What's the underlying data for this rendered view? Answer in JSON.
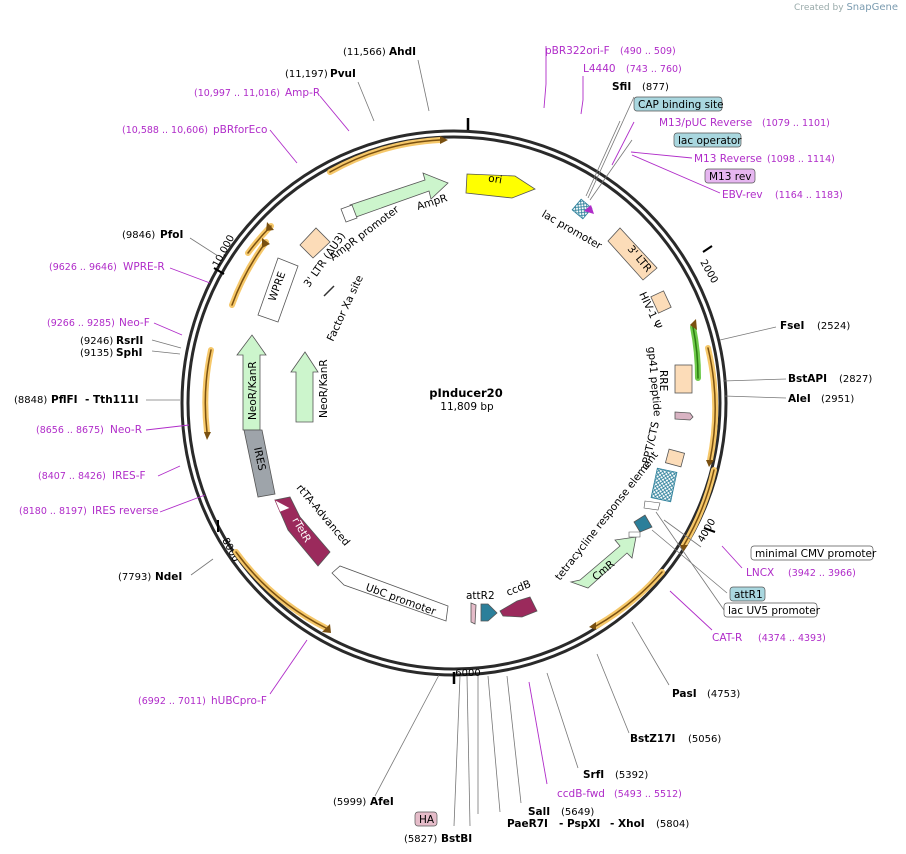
{
  "credit": {
    "prefix": "Created by",
    "brand": "SnapGene"
  },
  "plasmid": {
    "name": "pInducer20",
    "size": "11,809 bp"
  },
  "ticks": [
    "2000",
    "4000",
    "6000",
    "8000",
    "10,000"
  ],
  "enzymes": {
    "AhdI": {
      "name": "AhdI",
      "pos": "(11,566)"
    },
    "PvuI": {
      "name": "PvuI",
      "pos": "(11,197)"
    },
    "SfiI": {
      "name": "SfiI",
      "pos": "(877)"
    },
    "PfoI": {
      "name": "PfoI",
      "pos": "(9846)"
    },
    "RsrII": {
      "name": "RsrII",
      "pos": "(9246)"
    },
    "SphI": {
      "name": "SphI",
      "pos": "(9135)"
    },
    "PflFI": {
      "name": "PflFI",
      "pos": "(8848)"
    },
    "Tth111I": {
      "name": "- Tth111I"
    },
    "NdeI": {
      "name": "NdeI",
      "pos": "(7793)"
    },
    "FseI": {
      "name": "FseI",
      "pos": "(2524)"
    },
    "BstAPI": {
      "name": "BstAPI",
      "pos": "(2827)"
    },
    "AleI": {
      "name": "AleI",
      "pos": "(2951)"
    },
    "PasI": {
      "name": "PasI",
      "pos": "(4753)"
    },
    "BstZ17I": {
      "name": "BstZ17I",
      "pos": "(5056)"
    },
    "SrfI": {
      "name": "SrfI",
      "pos": "(5392)"
    },
    "AfeI": {
      "name": "AfeI",
      "pos": "(5999)"
    },
    "SalI": {
      "name": "SalI",
      "pos": "(5649)"
    },
    "PaeR7I": {
      "name": "PaeR7I"
    },
    "PspXI": {
      "name": "- PspXI"
    },
    "XhoI": {
      "name": "- XhoI",
      "pos": "(5804)"
    },
    "BstBI": {
      "name": "BstBI",
      "pos": "(5827)"
    }
  },
  "primers": {
    "pBR322ori": {
      "name": "pBR322ori-F",
      "pos": "(490 .. 509)"
    },
    "L4440": {
      "name": "L4440",
      "pos": "(743 .. 760)"
    },
    "AmpR": {
      "name": "Amp-R",
      "pos": "(10,997 .. 11,016)"
    },
    "pBRforEco": {
      "name": "pBRforEco",
      "pos": "(10,588 .. 10,606)"
    },
    "M13pUC": {
      "name": "M13/pUC Reverse",
      "pos": "(1079 .. 1101)"
    },
    "M13Rev": {
      "name": "M13 Reverse",
      "pos": "(1098 .. 1114)"
    },
    "EBVrev": {
      "name": "EBV-rev",
      "pos": "(1164 .. 1183)"
    },
    "WPRER": {
      "name": "WPRE-R",
      "pos": "(9626 .. 9646)"
    },
    "NeoF": {
      "name": "Neo-F",
      "pos": "(9266 .. 9285)"
    },
    "NeoR": {
      "name": "Neo-R",
      "pos": "(8656 .. 8675)"
    },
    "IRESF": {
      "name": "IRES-F",
      "pos": "(8407 .. 8426)"
    },
    "IRESrev": {
      "name": "IRES reverse",
      "pos": "(8180 .. 8197)"
    },
    "LNCX": {
      "name": "LNCX",
      "pos": "(3942 .. 3966)"
    },
    "CATR": {
      "name": "CAT-R",
      "pos": "(4374 .. 4393)"
    },
    "ccdBfwd": {
      "name": "ccdB-fwd",
      "pos": "(5493 .. 5512)"
    },
    "hUBCproF": {
      "name": "hUBCpro-F",
      "pos": "(6992 .. 7011)"
    }
  },
  "boxed": {
    "cap": "CAP binding site",
    "lacop": "lac operator",
    "m13rev": "M13 rev",
    "mincmv": "minimal CMV promoter",
    "attR1": "attR1",
    "lacuv5": "lac UV5 promoter",
    "ha": "HA"
  },
  "features": {
    "ori": "ori",
    "AmpR": "AmpR",
    "AmpRprom": "AmpR promoter",
    "LTR3a": "3' LTR (ΔU3)",
    "WPRE": "WPRE",
    "FactorXa": "Factor Xa site",
    "NeoKanR1": "NeoR/KanR",
    "NeoKanR2": "NeoR/KanR",
    "IRES": "IRES",
    "rtTA": "rtTA-Advanced",
    "rTetR": "rTetR",
    "UbC": "UbC promoter",
    "attR2": "attR2",
    "ccdB": "ccdB",
    "CmR": "CmR",
    "TRE": "tetracycline response element",
    "cPPT": "cPPT/CTS",
    "gp41": "gp41 peptide",
    "RRE": "RRE",
    "HIV": "HIV-1 Ψ",
    "LTR3b": "3' LTR",
    "lacprom": "lac promoter"
  },
  "colors": {
    "primer": "#b02cc9",
    "ori": "#ffff00",
    "ampR": "#ccf5cc",
    "ltr": "#fcdcb8",
    "orf": "#9b2a5c",
    "ires": "#9ea4aa",
    "attR": "#2b7f9a",
    "cap": "#a9d7df",
    "m13rev": "#e6b6f0",
    "ha": "#e5bcc9",
    "orange": "#f0a020"
  }
}
